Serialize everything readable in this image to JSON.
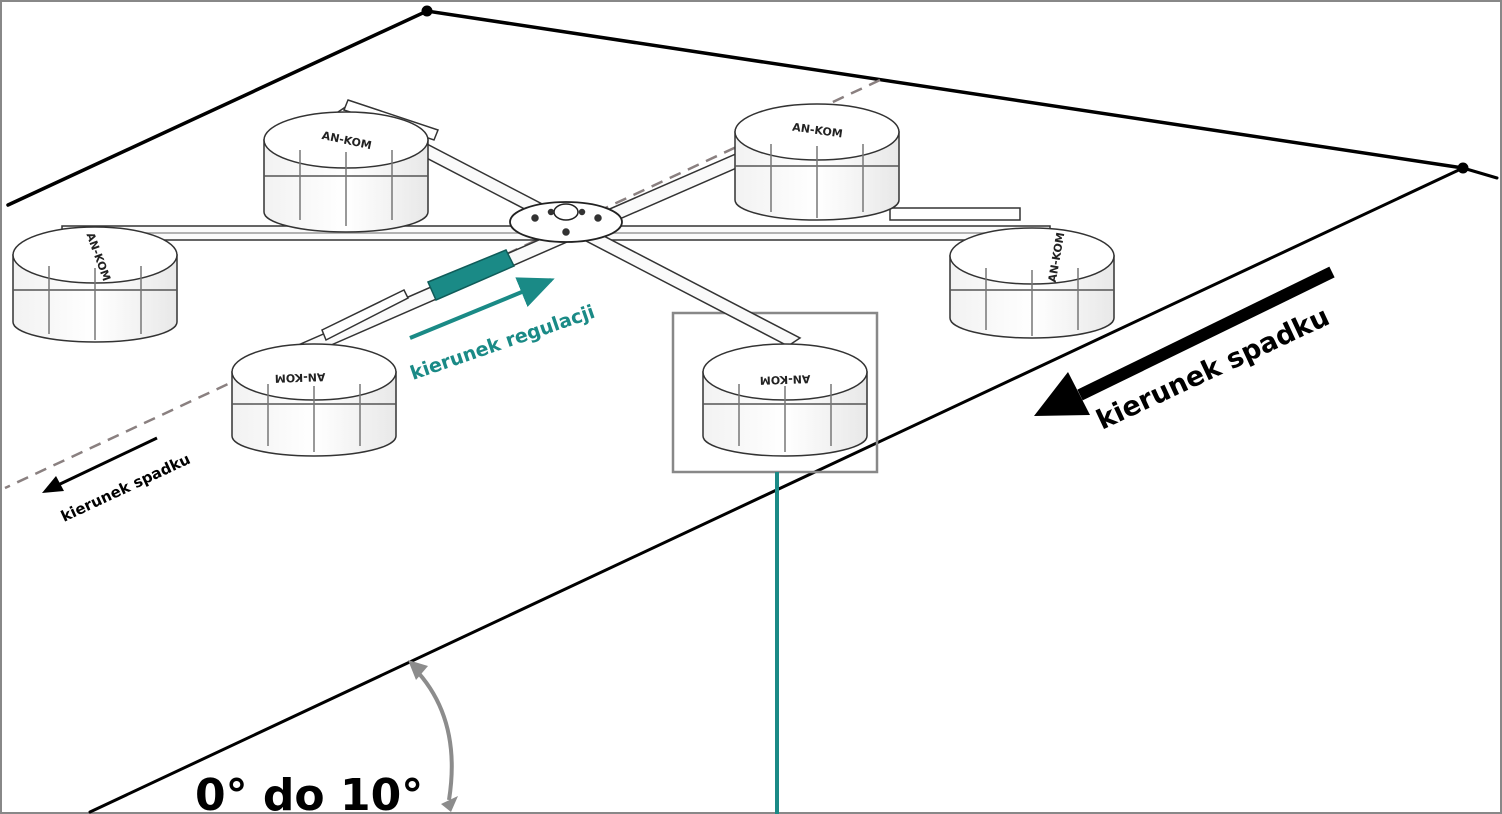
{
  "labels": {
    "adjustment_direction": "kierunek regulacji",
    "slope_direction_large": "kierunek spadku",
    "slope_direction_small": "kierunek spadku",
    "angle_range": "0° do 10°"
  },
  "ballast_brand": "AN-KOM",
  "colors": {
    "accent_teal": "#1a8a86",
    "line_black": "#000000",
    "frame_gray": "#888888",
    "dashed_gray": "#8a8080",
    "angle_arrow_gray": "#8c8c8c"
  },
  "icons": {
    "slope_arrow_large": "arrow-left-down-icon",
    "slope_arrow_small": "arrow-left-down-icon",
    "adjustment_arrow": "arrow-right-up-icon",
    "angle_arc": "double-headed-arc-arrow-icon"
  }
}
